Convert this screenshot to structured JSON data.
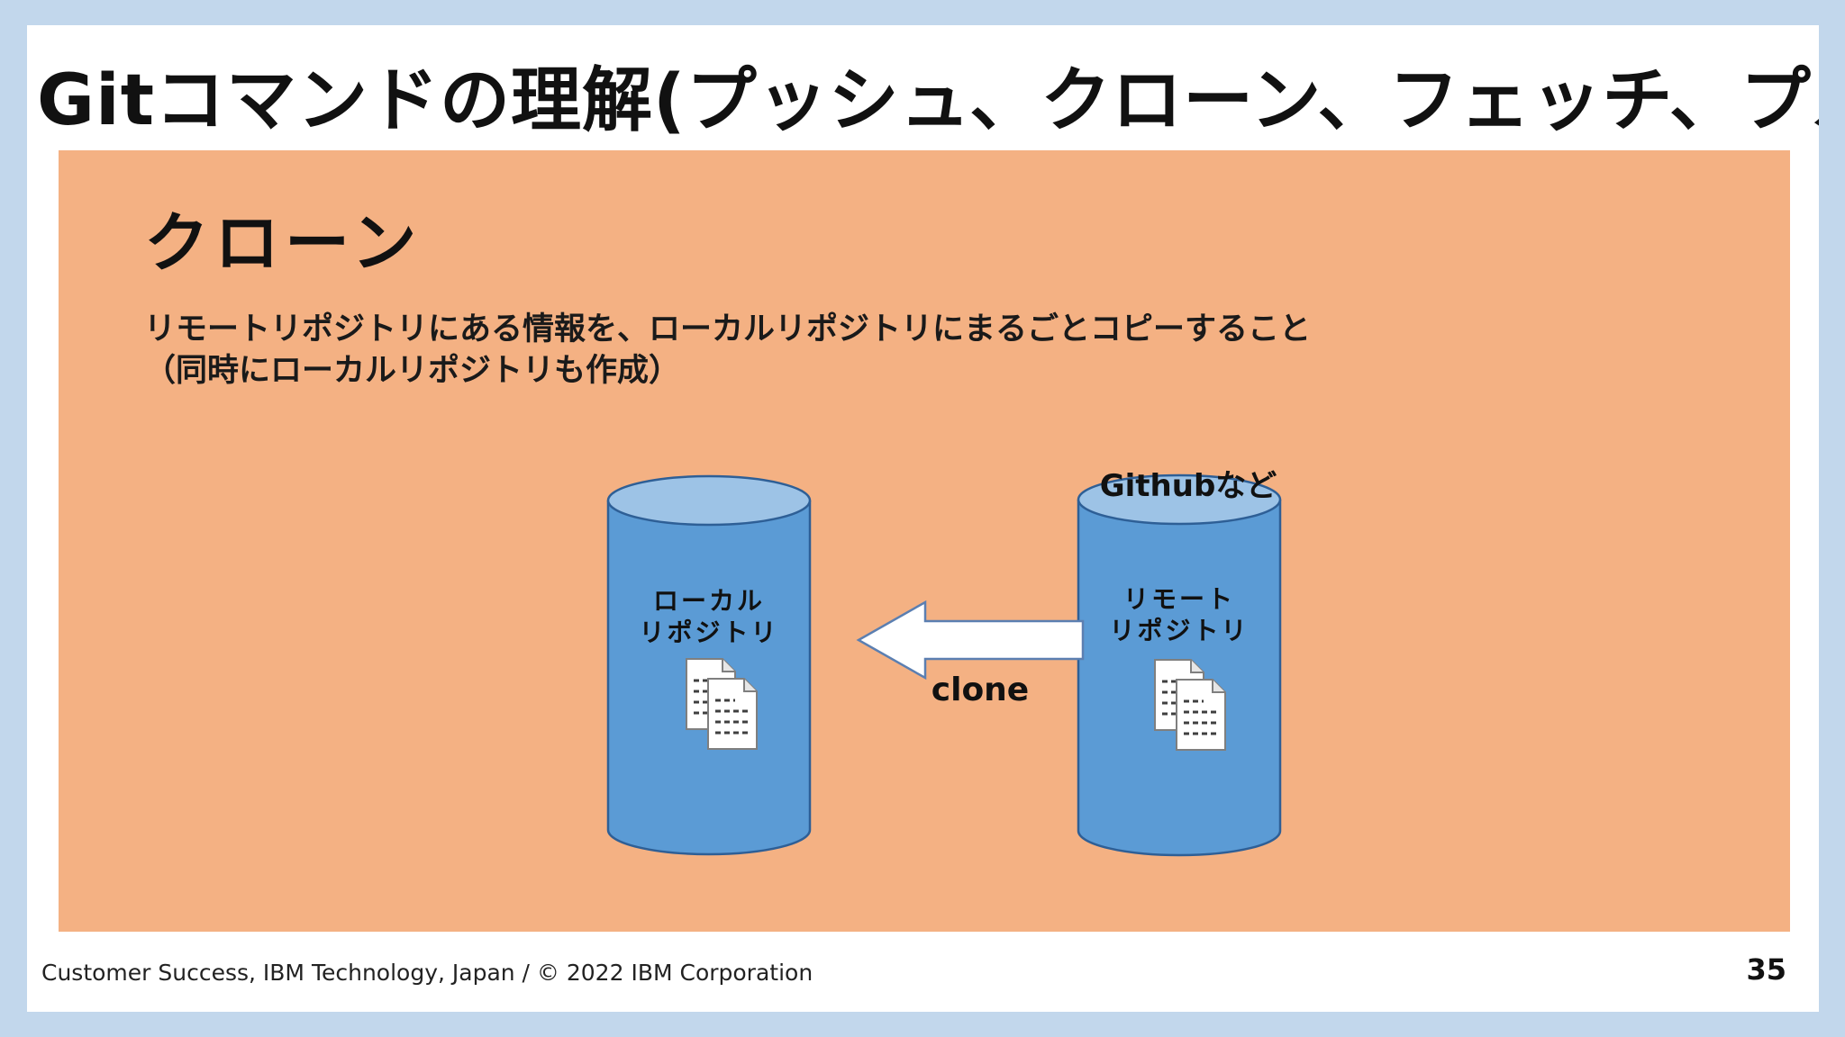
{
  "slide": {
    "title": "Gitコマンドの理解(プッシュ、クローン、フェッチ、プル)",
    "section_title": "クローン",
    "description": [
      "リモートリポジトリにある情報を、ローカルリポジトリにまるごとコピーすること",
      "（同時にローカルリポジトリも作成）"
    ],
    "page_number": "35"
  },
  "diagram": {
    "local_repo": {
      "line1": "ローカル",
      "line2": "リポジトリ"
    },
    "remote_repo": {
      "label_top": "Githubなど",
      "line1": "リモート",
      "line2": "リポジトリ"
    },
    "arrow_label": "clone"
  },
  "footer": {
    "text": "Customer Success, IBM Technology, Japan / © 2022 IBM Corporation"
  },
  "colors": {
    "background": "#c2d7ec",
    "panel": "#f4b183",
    "cylinder_body": "#5b9bd5",
    "cylinder_top": "#9dc3e6",
    "cylinder_outline": "#2e5f96"
  }
}
